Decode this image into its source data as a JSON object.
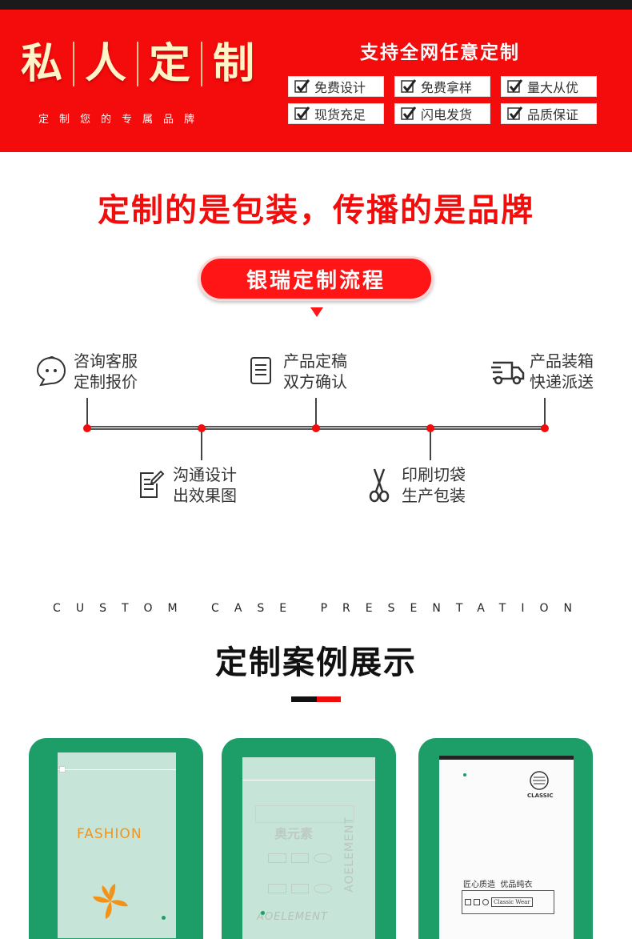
{
  "banner": {
    "title_chars": [
      "私",
      "人",
      "定",
      "制"
    ],
    "subtitle": "定制您的专属品牌",
    "slogan": "支持全网任意定制",
    "tags": [
      "免费设计",
      "免费拿样",
      "量大从优",
      "现货充足",
      "闪电发货",
      "品质保证"
    ]
  },
  "headline": "定制的是包装，传播的是品牌",
  "process": {
    "title": "银瑞定制流程",
    "steps": [
      {
        "line1": "咨询客服",
        "line2": "定制报价",
        "icon": "chat-bubble-icon"
      },
      {
        "line1": "沟通设计",
        "line2": "出效果图",
        "icon": "edit-document-icon"
      },
      {
        "line1": "产品定稿",
        "line2": "双方确认",
        "icon": "document-icon"
      },
      {
        "line1": "印刷切袋",
        "line2": "生产包装",
        "icon": "scissors-icon"
      },
      {
        "line1": "产品装箱",
        "line2": "快递派送",
        "icon": "delivery-truck-icon"
      }
    ]
  },
  "cases": {
    "title_en": "CUSTOM CASE PRESENTATION",
    "title_cn": "定制案例展示",
    "items": [
      {
        "brand": "FASHION"
      },
      {
        "brand": "奥元素",
        "brand_en": "AOELEMENT"
      },
      {
        "brand": "CLASSIC",
        "slogan": "匠心质造  优品纯衣",
        "label": "Classic Wear"
      }
    ]
  },
  "colors": {
    "brand_red": "#f40b0b",
    "card_green": "#1d9d68",
    "banner_gold": "#fff3c8"
  }
}
